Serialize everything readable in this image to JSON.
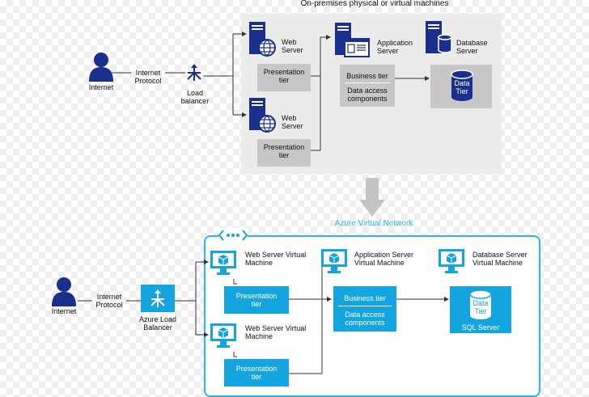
{
  "onprem": {
    "title": "On-premises physical or virtual machines",
    "internet_label": "Internet",
    "protocol_label": "Internet Protocol",
    "lb_label": "Load balancer",
    "web1_label": "Web Server",
    "web2_label": "Web Server",
    "pres1_label": "Presentation tier",
    "pres2_label": "Presentation tier",
    "app_label": "Application Server",
    "business_label": "Business tier",
    "dal_label": "Data access components",
    "db_label": "Database Server",
    "datatier_label": "Data Tier"
  },
  "azure": {
    "network_label": "Azure Virtual Network",
    "internet_label": "Internet",
    "protocol_label": "Internet Protocol",
    "lb_label": "Azure Load Balancer",
    "web1_label": "Web Server Virtual Machine",
    "web2_label": "Web Server Virtual Machine",
    "pres1_label": "Presentation tier",
    "pres2_label": "Presentation tier",
    "app_label": "Application Server Virtual Machine",
    "business_label": "Business tier",
    "dal_label": "Data access components",
    "db_label": "Database Server Virtual Machine",
    "datatier_label": "Data Tier",
    "sql_label": "SQL Server"
  },
  "colors": {
    "navy": "#1b2f8c",
    "azure_blue": "#14a5e0",
    "panel_gray": "#ebebeb",
    "box_gray": "#c7c7c7",
    "arrow_gray": "#c4c4c4"
  },
  "icons": [
    "person-icon",
    "load-balancer-icon",
    "server-icon",
    "globe-icon",
    "app-window-icon",
    "database-icon",
    "virtual-machine-icon",
    "virtual-network-icon",
    "down-arrow-icon"
  ]
}
